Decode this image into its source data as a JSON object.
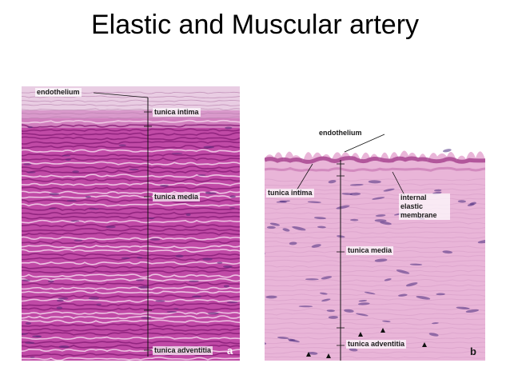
{
  "slide": {
    "title": "Elastic and Muscular artery"
  },
  "panels": {
    "elastic": {
      "letter": "a",
      "labels": {
        "endothelium": "endothelium",
        "tunica_intima": "tunica intima",
        "tunica_media": "tunica media",
        "tunica_adventitia": "tunica adventitia"
      }
    },
    "muscular": {
      "letter": "b",
      "labels": {
        "endothelium": "endothelium",
        "tunica_intima": "tunica intima",
        "internal_elastic_membrane": "internal elastic membrane",
        "tunica_media": "tunica media",
        "tunica_adventitia": "tunica adventitia"
      }
    }
  },
  "colors": {
    "elastic_base": "#c04aa6",
    "elastic_fiber": "#8a1f79",
    "elastic_light": "#e9cde3",
    "muscular_base": "#e9b5d8",
    "muscular_fiber": "#a43f8c",
    "muscular_nuclei": "#4b2d80"
  }
}
